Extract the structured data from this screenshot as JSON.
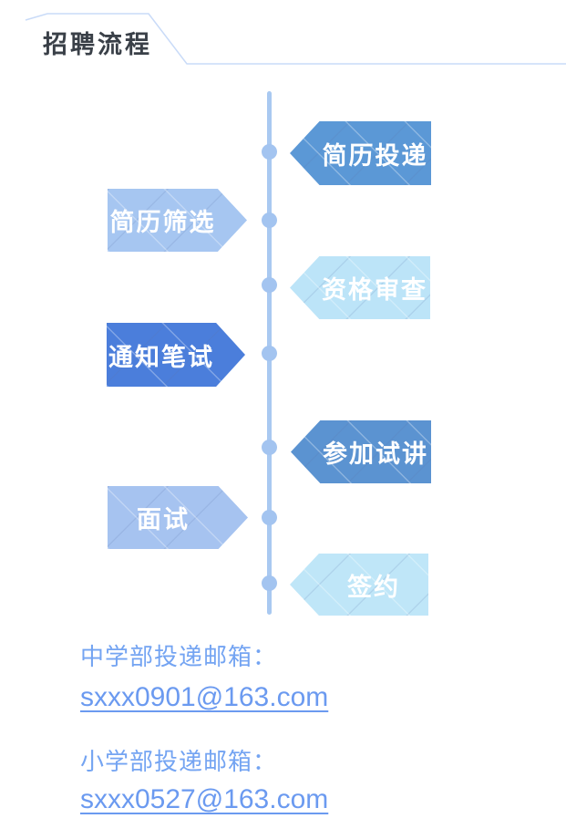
{
  "header": {
    "title": "招聘流程",
    "line_color": "#c9dbf8",
    "title_color": "#3a4048"
  },
  "timeline": {
    "line_color": "#a9c9f1",
    "dot_color": "#a3c4f0"
  },
  "flow": {
    "steps": [
      {
        "label": "简历投递",
        "side": "right",
        "color": "#5b98d6",
        "text_color": "#ffffff"
      },
      {
        "label": "简历筛选",
        "side": "left",
        "color": "#a6c6f1",
        "text_color": "#ffffff"
      },
      {
        "label": "资格审查",
        "side": "right",
        "color": "#bce4f8",
        "text_color": "#ffffff"
      },
      {
        "label": "通知笔试",
        "side": "left",
        "color": "#4b7edb",
        "text_color": "#ffffff"
      },
      {
        "label": "参加试讲",
        "side": "right",
        "color": "#5b93d1",
        "text_color": "#ffffff"
      },
      {
        "label": "面试",
        "side": "left",
        "color": "#a6c3f0",
        "text_color": "#ffffff"
      },
      {
        "label": "签约",
        "side": "right",
        "color": "#bfe6f8",
        "text_color": "#ffffff"
      }
    ]
  },
  "contacts": {
    "label_color": "#74a4f2",
    "link_color": "#6b9af0",
    "items": [
      {
        "label": "中学部投递邮箱：",
        "email": "sxxx0901@163.com"
      },
      {
        "label": "小学部投递邮箱：",
        "email": "sxxx0527@163.com"
      }
    ]
  }
}
